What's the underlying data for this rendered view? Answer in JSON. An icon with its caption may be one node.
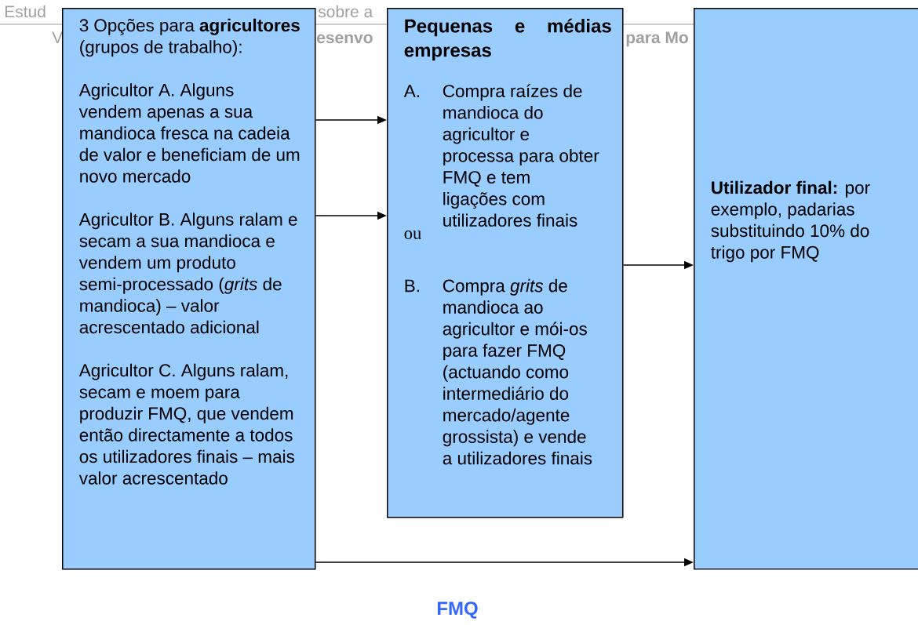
{
  "diagram": {
    "caption": "FMQ",
    "nodes": [
      {
        "text": [
          "3 Opções para **agricultores** (grupos de trabalho):",
          "Agricultor A. Alguns vendem apenas a sua mandioca fresca na cadeia de valor e beneficiam de um novo mercado",
          "Agricultor B. Alguns ralam e secam a sua mandioca e vendem um produto semi-processado (*grits* de mandioca) – valor acrescentado adicional",
          "Agricultor C. Alguns ralam, secam e moem para produzir FMQ, que vendem então directamente a todos os utilizadores finais – mais valor acrescentado"
        ]
      },
      {
        "text": [
          "Pequenas e médias empresas",
          "A.",
          "Compra raízes de mandioca do agricultor e processa para obter FMQ e tem ligações com utilizadores finais",
          "ou",
          "B.",
          "Compra *grits* de mandioca ao agricultor e mói-os para fazer FMQ (actuando como intermediário do mercado/agente grossista) e vende a utilizadores finais"
        ]
      },
      {
        "text": [
          "**Utilizador final:** por exemplo, padarias substituindo 10% do trigo por FMQ"
        ]
      }
    ],
    "edges": [
      {
        "from": 0,
        "to": 1,
        "arrow": "to"
      },
      {
        "from": 0,
        "to": 1,
        "arrow": "to"
      },
      {
        "from": 1,
        "to": 2,
        "arrow": "to"
      },
      {
        "from": 0,
        "to": 2,
        "arrow": "to"
      }
    ],
    "labels": [
      "Estud",
      "sobre a",
      "V",
      "esenvo",
      "para Mo"
    ]
  }
}
